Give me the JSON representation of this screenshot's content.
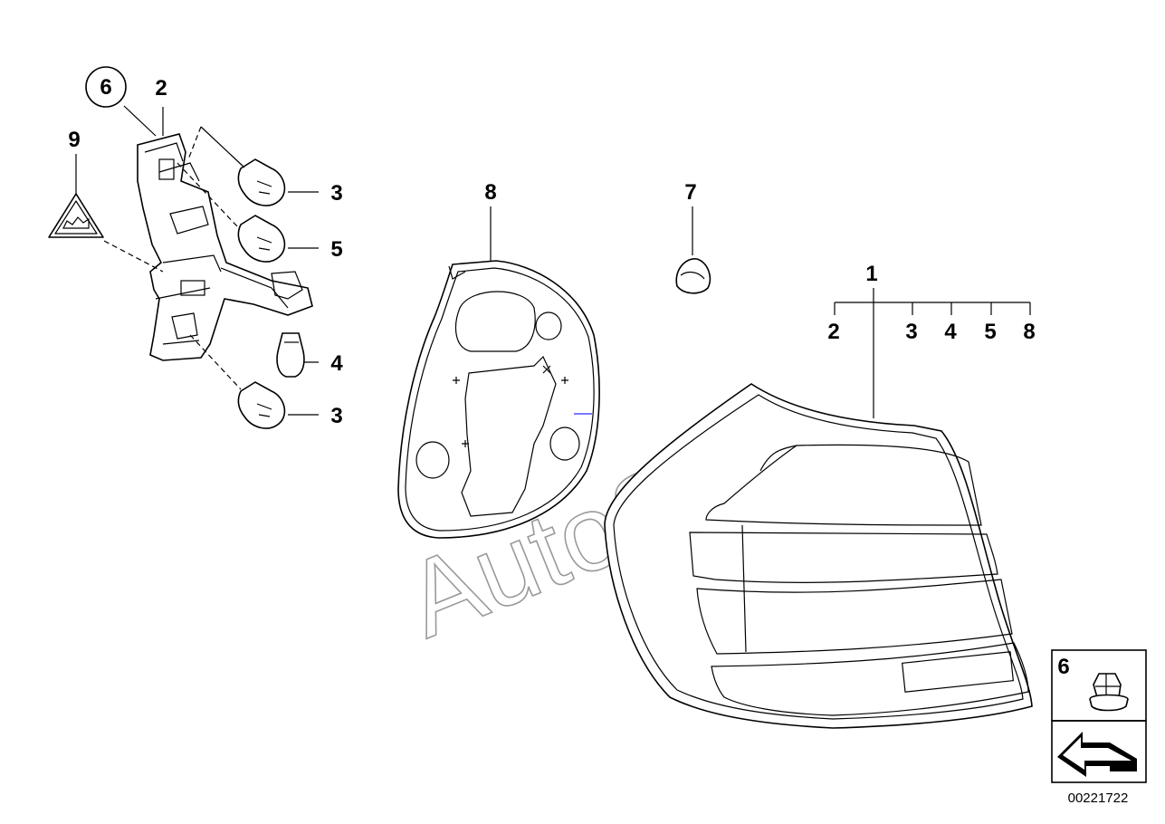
{
  "callouts": {
    "c6_circled": "6",
    "c2_top": "2",
    "c9": "9",
    "c3_upper": "3",
    "c5": "5",
    "c4": "4",
    "c3_lower": "3",
    "c8": "8",
    "c7": "7",
    "c1": "1",
    "sub_2": "2",
    "sub_3": "3",
    "sub_4": "4",
    "sub_5": "5",
    "sub_8": "8",
    "inset_6": "6"
  },
  "watermark": "AutoSoft",
  "diagram_number": "00221722"
}
